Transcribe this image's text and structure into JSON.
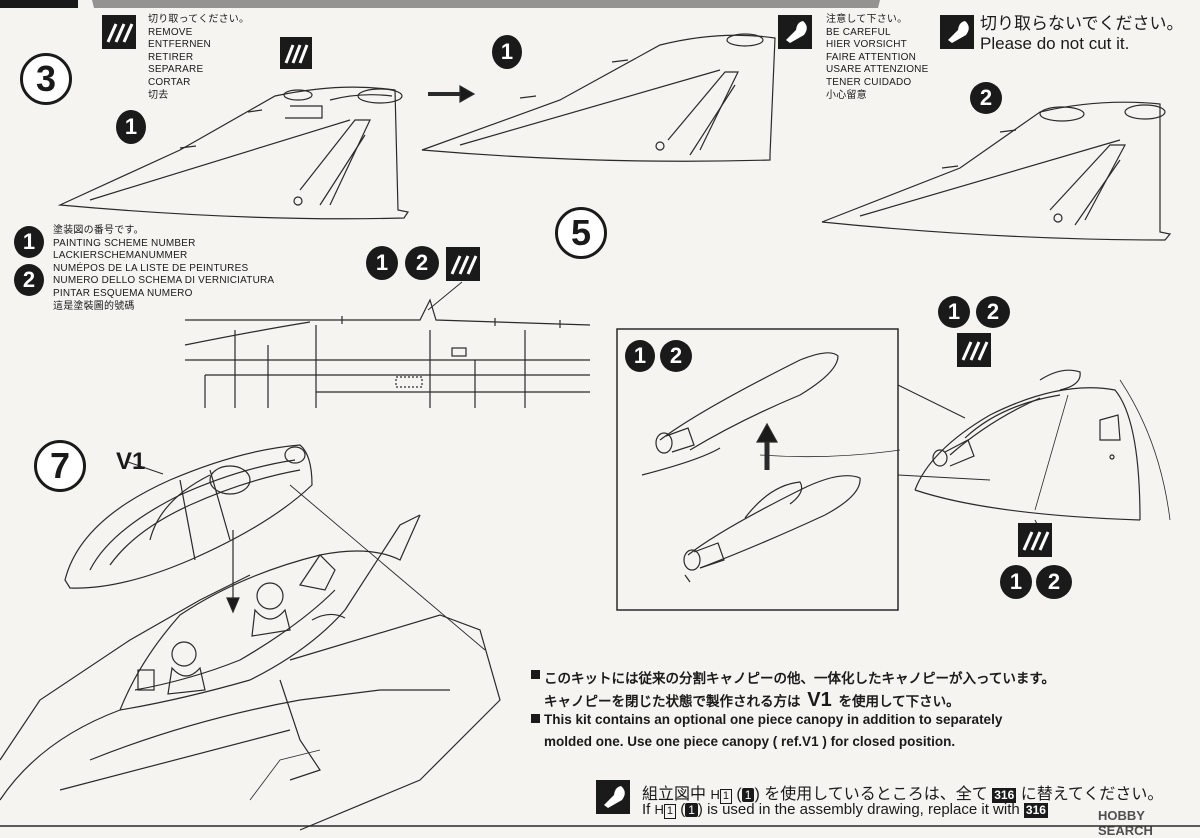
{
  "step_numbers": {
    "s3": "3",
    "s5": "5",
    "s7": "7"
  },
  "scheme_refs": {
    "one": "1",
    "two": "2"
  },
  "cut": {
    "lines": [
      "切り取ってください。",
      "REMOVE",
      "ENTFERNEN",
      "RETIRER",
      "SEPARARE",
      "CORTAR",
      "切去"
    ]
  },
  "careful": {
    "lines": [
      "注意して下さい。",
      "BE CAREFUL",
      "HIER VORSICHT",
      "FAIRE ATTENTION",
      "USARE ATTENZIONE",
      "TENER CUIDADO",
      "小心留意"
    ]
  },
  "do_not_cut": {
    "jp": "切り取らないでください。",
    "en": "Please do not cut it."
  },
  "painting_scheme": {
    "lines": [
      "塗装図の番号です。",
      "PAINTING SCHEME NUMBER",
      "LACKIERSCHEMANUMMER",
      "NUMÉPOS DE LA LISTE DE PEINTURES",
      "NUMERO DELLO SCHEMA DI VERNICIATURA",
      "PINTAR ESQUEMA NUMERO",
      "這是塗裝圖的號碼"
    ]
  },
  "part_label": "V1",
  "canopy_note": {
    "jp1": "このキットには従来の分割キャノピーの他、一体化したキャノピーが入っています。",
    "jp2": "キャノピーを閉じた状態で製作される方は",
    "jp2_ref": "V1",
    "jp2_end": "を使用して下さい。",
    "en1": "This kit contains an optional one piece canopy in addition to separately",
    "en2": "molded one. Use one piece canopy ( ref.V1 ) for closed position."
  },
  "replace_note": {
    "jp_pre": "組立図中",
    "jp_h": "H",
    "jp_h_num": "1",
    "jp_paren_num": "1",
    "jp_mid": "を使用しているところは、全て",
    "jp_part": "316",
    "jp_end": "に替えてください。",
    "en_pre": "If",
    "en_mid": "is used in the assembly drawing, replace it with",
    "en_part": "316"
  },
  "watermark": "HOBBY SEARCH"
}
